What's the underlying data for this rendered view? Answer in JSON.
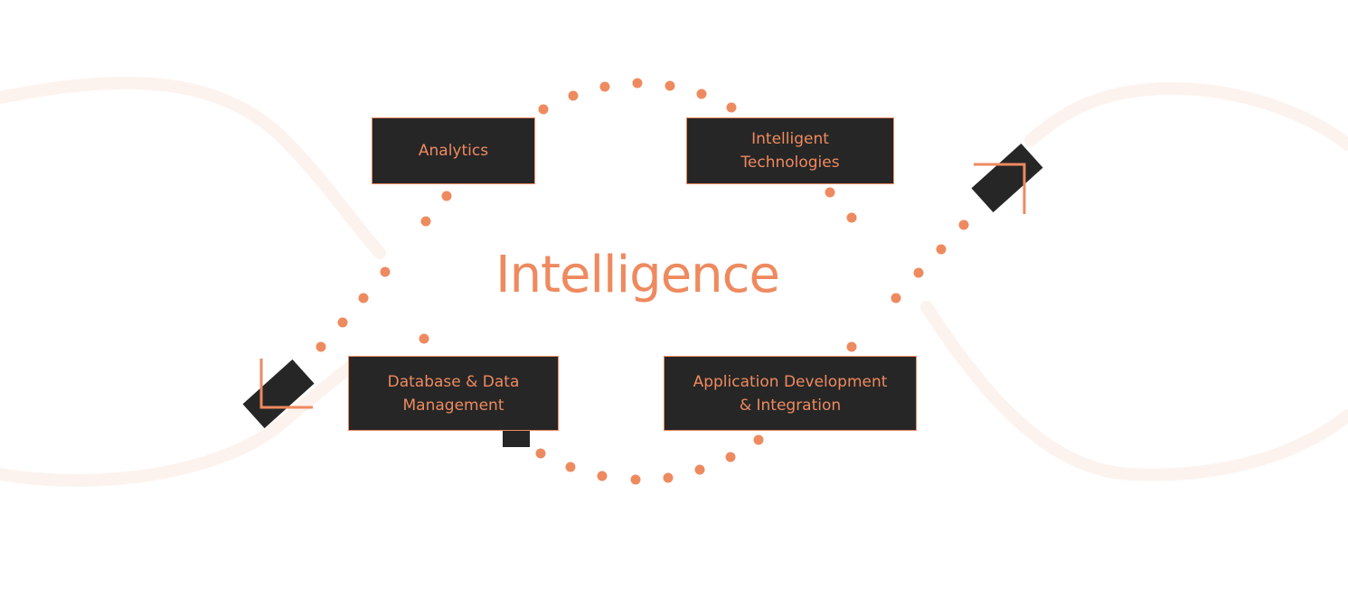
{
  "diagram": {
    "center_title": "Intelligence",
    "nodes": [
      {
        "id": "analytics",
        "label": "Analytics"
      },
      {
        "id": "intelligent-technologies",
        "label": "Intelligent\nTechnologies"
      },
      {
        "id": "database-data-management",
        "label": "Database & Data\nManagement"
      },
      {
        "id": "application-development-integration",
        "label": "Application Development\n& Integration"
      }
    ]
  },
  "colors": {
    "accent": "#ee8a5f",
    "box_fill": "#262626",
    "background": "#ffffff",
    "background_wave": "#fdf3ee"
  }
}
